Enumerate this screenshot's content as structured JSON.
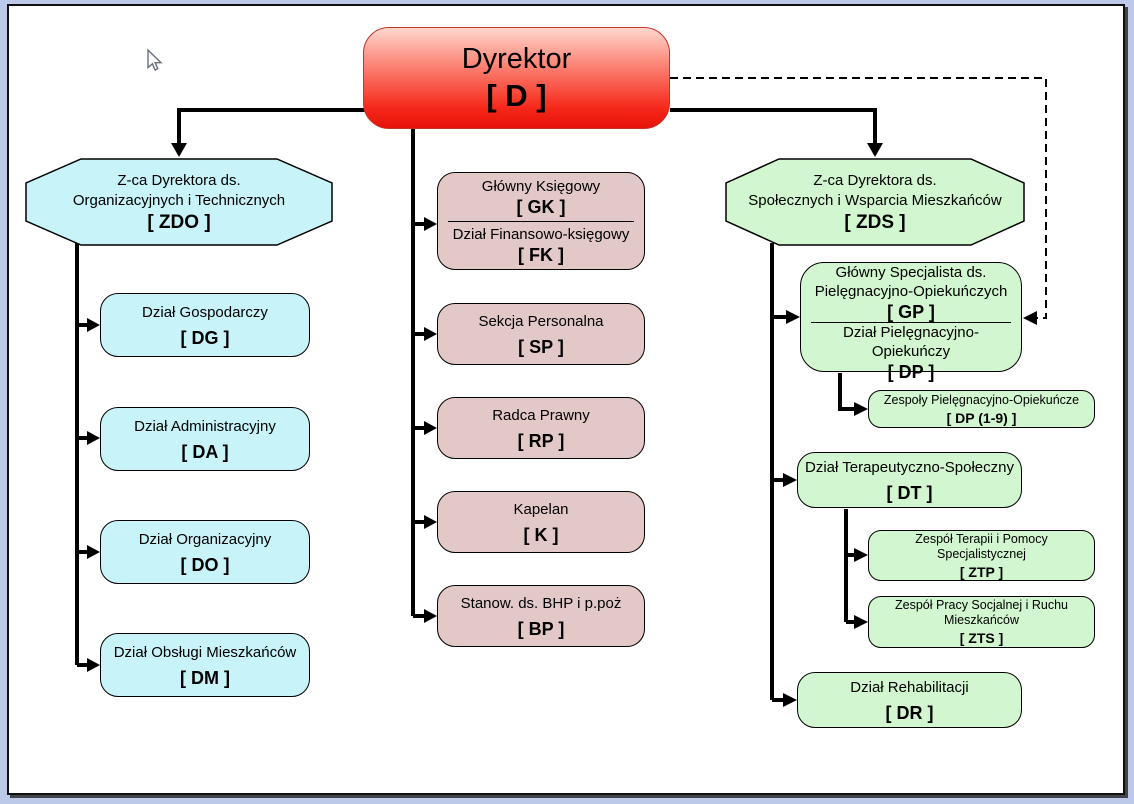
{
  "org_chart": {
    "director": {
      "title": "Dyrektor",
      "code": "[ D ]"
    },
    "left_branch": {
      "head": {
        "line1": "Z-ca Dyrektora ds.",
        "line2": "Organizacyjnych i Technicznych",
        "code": "[ ZDO ]"
      },
      "items": [
        {
          "label": "Dział Gospodarczy",
          "code": "[ DG ]"
        },
        {
          "label": "Dział Administracyjny",
          "code": "[ DA ]"
        },
        {
          "label": "Dział Organizacyjny",
          "code": "[ DO ]"
        },
        {
          "label": "Dział Obsługi Mieszkańców",
          "code": "[ DM ]"
        }
      ]
    },
    "middle_branch": {
      "items": [
        {
          "label": "Główny Księgowy",
          "code": "[ GK ]",
          "label2": "Dział Finansowo-księgowy",
          "code2": "[ FK ]"
        },
        {
          "label": "Sekcja Personalna",
          "code": "[ SP ]"
        },
        {
          "label": "Radca Prawny",
          "code": "[ RP ]"
        },
        {
          "label": "Kapelan",
          "code": "[ K ]"
        },
        {
          "label": "Stanow. ds. BHP i p.poż",
          "code": "[ BP ]"
        }
      ]
    },
    "right_branch": {
      "head": {
        "line1": "Z-ca Dyrektora ds.",
        "line2": "Społecznych i Wsparcia Mieszkańców",
        "code": "[ ZDS ]"
      },
      "gp_dp": {
        "label1": "Główny Specjalista ds.",
        "label1b": "Pielęgnacyjno-Opiekuńczych",
        "code": "[ GP ]",
        "label2": "Dział Pielęgnacyjno-Opiekuńczy",
        "code2": "[ DP ]"
      },
      "dp19": {
        "label": "Zespoły Pielęgnacyjno-Opiekuńcze",
        "code": "[ DP (1-9) ]"
      },
      "dt": {
        "label": "Dział Terapeutyczno-Społeczny",
        "code": "[ DT ]"
      },
      "ztp": {
        "label": "Zespół Terapii i Pomocy",
        "label_b": "Specjalistycznej",
        "code": "[ ZTP ]"
      },
      "zts": {
        "label": "Zespół Pracy Socjalnej i Ruchu",
        "label_b": "Mieszkańców",
        "code": "[ ZTS ]"
      },
      "dr": {
        "label": "Dział Rehabilitacji",
        "code": "[ DR ]"
      }
    },
    "colors": {
      "director": "#ee1c10",
      "left_branch": "#c8f3f9",
      "middle_branch": "#e3c8c8",
      "right_branch": "#d2f6cf",
      "line": "#000000",
      "frame": "#bcc9e8"
    }
  }
}
